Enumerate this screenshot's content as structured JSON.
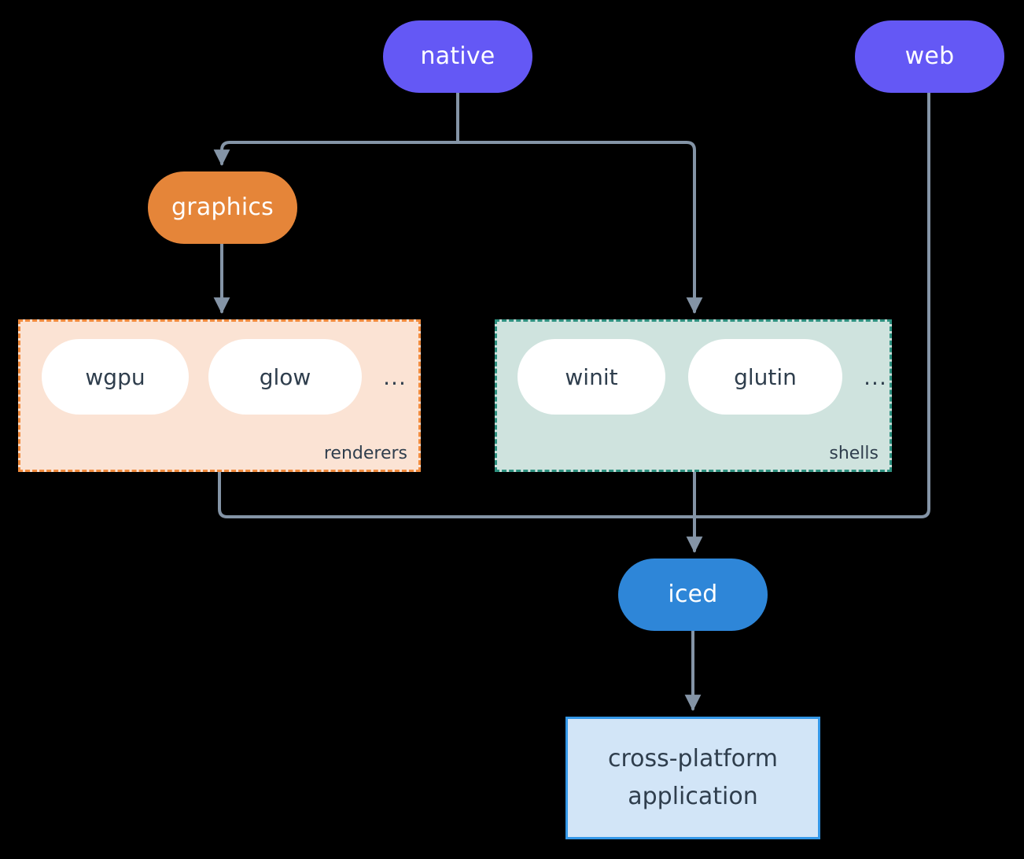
{
  "diagram": {
    "title": "iced architecture layering diagram",
    "background_color": "#000000",
    "edge_color": "#8494A6",
    "text_dark": "#2F3E4D",
    "text_light": "#FFFFFF",
    "nodes": {
      "native": {
        "label": "native",
        "color": "#6458F5",
        "shape": "pill"
      },
      "web": {
        "label": "web",
        "color": "#6458F5",
        "shape": "pill"
      },
      "graphics": {
        "label": "graphics",
        "color": "#E58539",
        "shape": "pill"
      },
      "iced": {
        "label": "iced",
        "color": "#2E86D8",
        "shape": "pill"
      },
      "application": {
        "line1": "cross-platform",
        "line2": "application",
        "fill": "#D2E5F7",
        "border": "#3498E8",
        "shape": "rect"
      }
    },
    "groups": {
      "renderers": {
        "label": "renderers",
        "fill": "#FBE3D4",
        "border": "#F08A3C",
        "border_style": "dashed",
        "items": [
          {
            "label": "wgpu"
          },
          {
            "label": "glow"
          }
        ],
        "ellipsis": "..."
      },
      "shells": {
        "label": "shells",
        "fill": "#CFE3DE",
        "border": "#2E9180",
        "border_style": "dashed",
        "items": [
          {
            "label": "winit"
          },
          {
            "label": "glutin"
          }
        ],
        "ellipsis": "..."
      }
    },
    "edges": [
      {
        "from": "native",
        "to": "graphics"
      },
      {
        "from": "native",
        "to": "shells"
      },
      {
        "from": "graphics",
        "to": "renderers"
      },
      {
        "from": "renderers",
        "to": "iced"
      },
      {
        "from": "shells",
        "to": "iced"
      },
      {
        "from": "web",
        "to": "iced"
      },
      {
        "from": "iced",
        "to": "application"
      }
    ]
  }
}
